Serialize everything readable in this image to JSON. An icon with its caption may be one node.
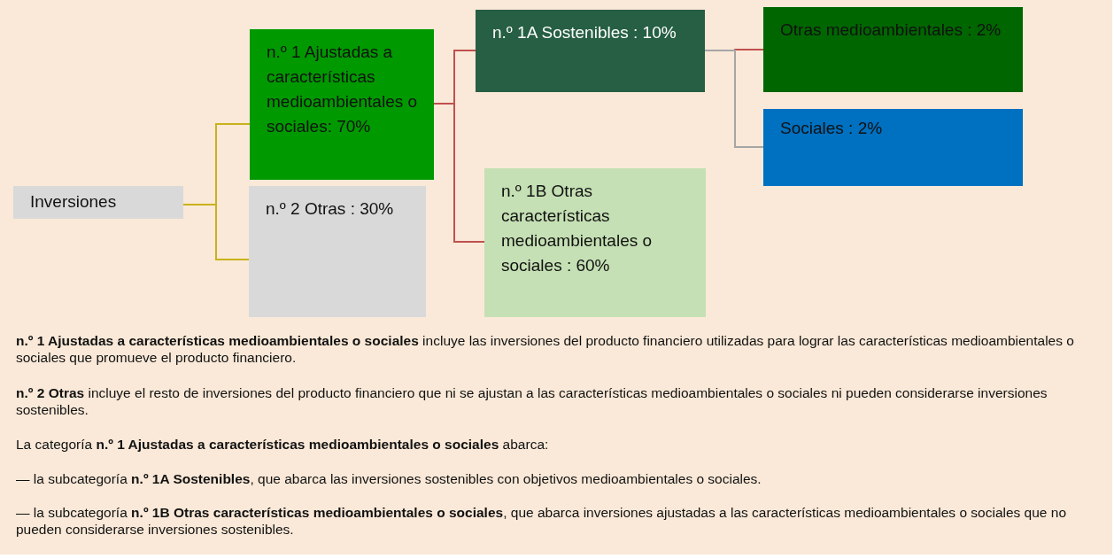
{
  "diagram": {
    "nodes": [
      {
        "text": [
          "Inversiones"
        ]
      },
      {
        "text": [
          "n.º 1 Ajustadas a características medioambientales o sociales: 70%"
        ]
      },
      {
        "text": [
          "n.º 2 Otras : 30%"
        ]
      },
      {
        "text": [
          "n.º 1A Sostenibles : 10%"
        ]
      },
      {
        "text": [
          "n.º 1B Otras características medioambientales o sociales : 60%"
        ]
      },
      {
        "text": [
          "Otras medioambientales : 2%"
        ]
      },
      {
        "text": [
          "Sociales : 2%"
        ]
      }
    ],
    "edges": [
      {
        "from": 0,
        "to": 1,
        "arrow": "none",
        "color": "#c9b21a"
      },
      {
        "from": 0,
        "to": 2,
        "arrow": "none",
        "color": "#c9b21a"
      },
      {
        "from": 1,
        "to": 3,
        "arrow": "none",
        "color": "#c0504d"
      },
      {
        "from": 1,
        "to": 4,
        "arrow": "none",
        "color": "#c0504d"
      },
      {
        "from": 3,
        "to": 5,
        "arrow": "none",
        "color": "#c0504d"
      },
      {
        "from": 3,
        "to": 6,
        "arrow": "none",
        "color": "#a6a6a6"
      }
    ],
    "labels": [
      "**n.º 1 Ajustadas a características medioambientales o sociales** incluye las inversiones del producto financiero utilizadas para lograr las características medioambientales o sociales que promueve el producto financiero.",
      "**n.º 2 Otras** incluye el resto de inversiones del producto financiero que ni se ajustan a las características medioambientales o sociales ni pueden considerarse inversiones sostenibles.",
      "La categoría **n.º 1 Ajustadas a características medioambientales o sociales** abarca:",
      "— la subcategoría **n.º 1A Sostenibles**, que abarca las inversiones sostenibles con objetivos medioambientales o sociales.",
      "— la subcategoría **n.º 1B Otras características medioambientales o sociales**, que abarca inversiones ajustadas a las características medioambientales o sociales que no pueden considerarse inversiones sostenibles."
    ]
  }
}
